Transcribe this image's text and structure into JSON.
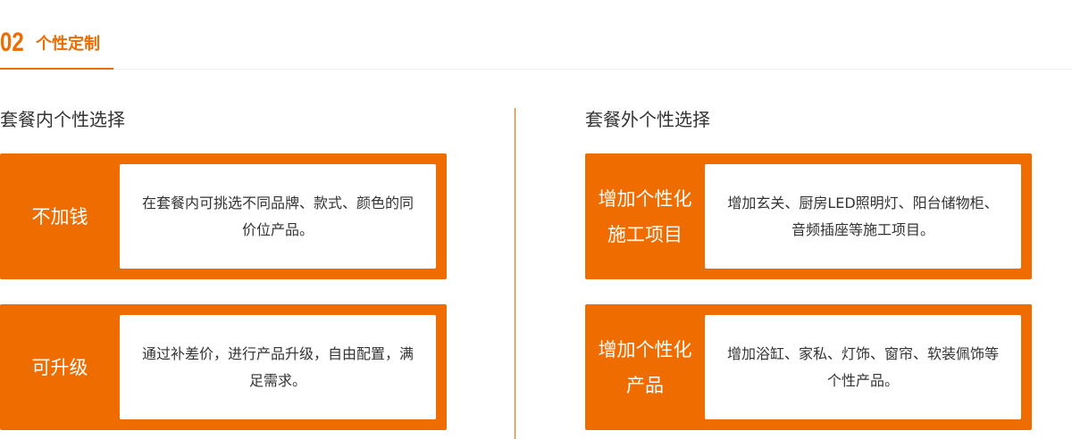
{
  "header": {
    "number": "02",
    "title": "个性定制"
  },
  "left": {
    "heading": "套餐内个性选择",
    "cards": [
      {
        "label": "不加钱",
        "text": "在套餐内可挑选不同品牌、款式、颜色的同价位产品。"
      },
      {
        "label": "可升级",
        "text": "通过补差价，进行产品升级，自由配置，满足需求。"
      }
    ]
  },
  "right": {
    "heading": "套餐外个性选择",
    "cards": [
      {
        "label": "增加个性化施工项目",
        "text": "增加玄关、厨房LED照明灯、阳台储物柜、音频插座等施工项目。"
      },
      {
        "label": "增加个性化产品",
        "text": "增加浴缸、家私、灯饰、窗帘、软装佩饰等个性产品。"
      }
    ]
  },
  "colors": {
    "accent": "#ef6c00"
  }
}
